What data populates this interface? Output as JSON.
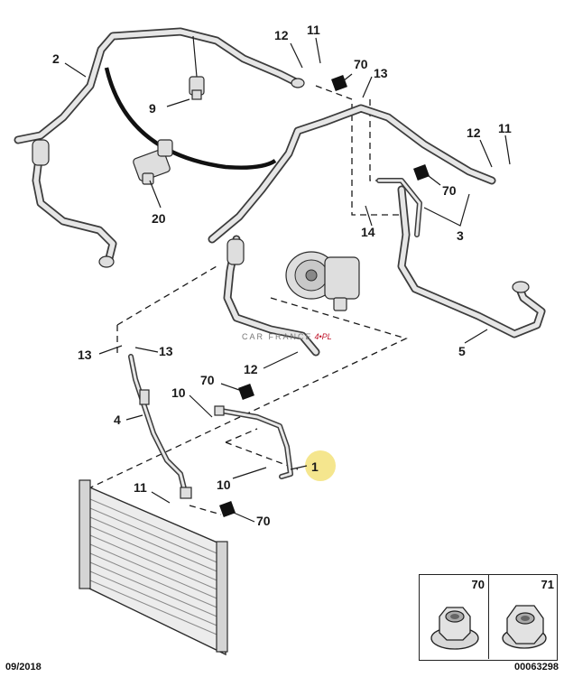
{
  "callouts": {
    "c1": "1",
    "c2": "2",
    "c3": "3",
    "c4": "4",
    "c5": "5",
    "c9": "9",
    "c10a": "10",
    "c10b": "10",
    "c11a": "11",
    "c11b": "11",
    "c11c": "11",
    "c12a": "12",
    "c12b": "12",
    "c12c": "12",
    "c13a": "13",
    "c13b": "13",
    "c13c": "13",
    "c14": "14",
    "c20": "20",
    "c70a": "70",
    "c70b": "70",
    "c70c": "70",
    "c70d": "70"
  },
  "legend": {
    "item1_number": "70",
    "item2_number": "71"
  },
  "footer": {
    "date": "09/2018",
    "reference": "00063298"
  },
  "watermark": {
    "text": "CAR FRANCE",
    "suffix": "4•PL"
  },
  "colors": {
    "line": "#1a1a1a",
    "pipe_fill": "#e6e6e6",
    "highlight": "#f3e27a",
    "watermark_accent": "#c0162c"
  }
}
